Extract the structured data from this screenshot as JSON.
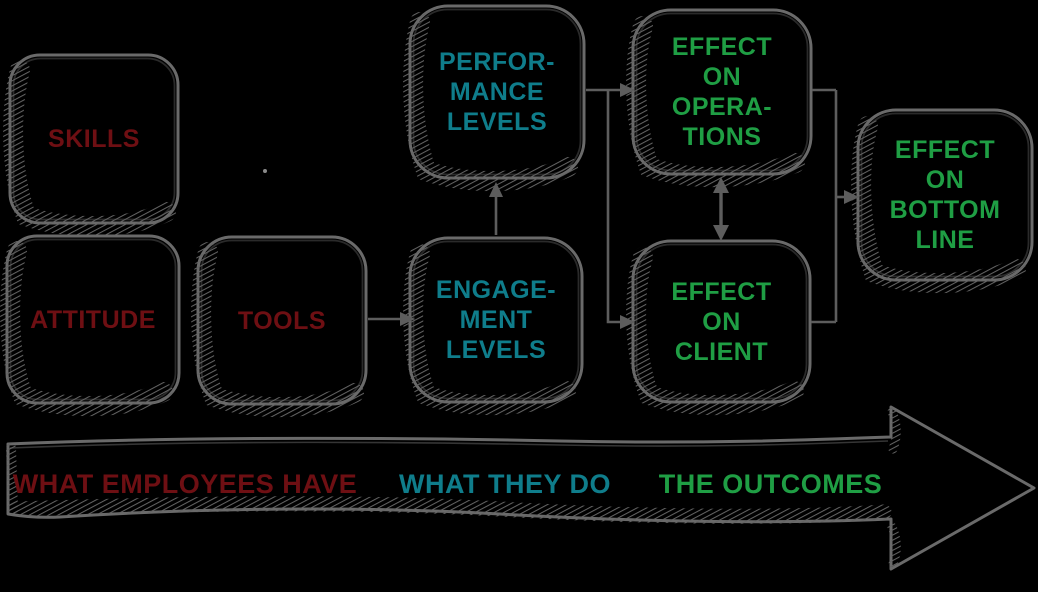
{
  "colors": {
    "background": "#000000",
    "sketch_gray": "#6a6a6a",
    "inputs_red": "#6e0f13",
    "actions_teal": "#0f7d8b",
    "outcomes_green": "#1f9e44"
  },
  "boxes": {
    "skills": {
      "label": "SKILLS"
    },
    "attitude": {
      "label": "ATTITUDE"
    },
    "tools": {
      "label": "TOOLS"
    },
    "performance": {
      "label": "PERFOR-\nMANCE\nLEVELS"
    },
    "engagement": {
      "label": "ENGAGE-\nMENT\nLEVELS"
    },
    "operations": {
      "label": "EFFECT\nON\nOPERA-\nTIONS"
    },
    "client": {
      "label": "EFFECT\nON\nCLIENT"
    },
    "bottom_line": {
      "label": "EFFECT\nON\nBOTTOM\nLINE"
    }
  },
  "timeline": {
    "have": {
      "label": "WHAT EMPLOYEES HAVE"
    },
    "do": {
      "label": "WHAT THEY DO"
    },
    "outcomes": {
      "label": "THE OUTCOMES"
    }
  }
}
